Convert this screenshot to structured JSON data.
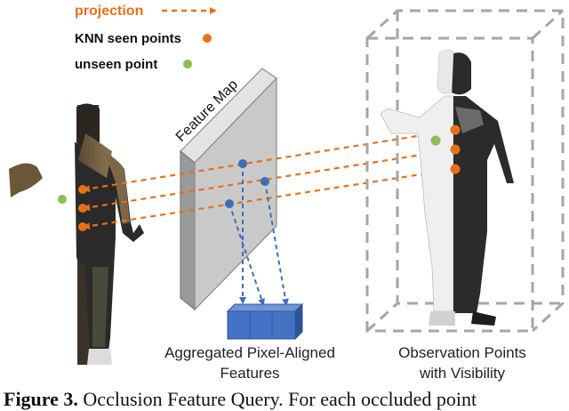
{
  "legend": {
    "projection": "projection",
    "knn_seen_points": "KNN seen points",
    "unseen_point": "unseen point"
  },
  "labels": {
    "feature_map": "Feature Map",
    "aggregated_line1": "Aggregated Pixel-Aligned",
    "aggregated_line2": "Features",
    "observation_line1": "Observation Points",
    "observation_line2": "with Visibility"
  },
  "caption": {
    "figure_label": "Figure 3.",
    "text": "Occlusion Feature Query. For each occluded point"
  },
  "colors": {
    "orange": "#E8701A",
    "green": "#8DBE4F",
    "blue_point": "#3D6FB6",
    "blue_box": "#4472C4",
    "feature_map_front": "#C9C9C9",
    "feature_map_side": "#9A9A9A",
    "box_dash": "#A6A6A6"
  }
}
